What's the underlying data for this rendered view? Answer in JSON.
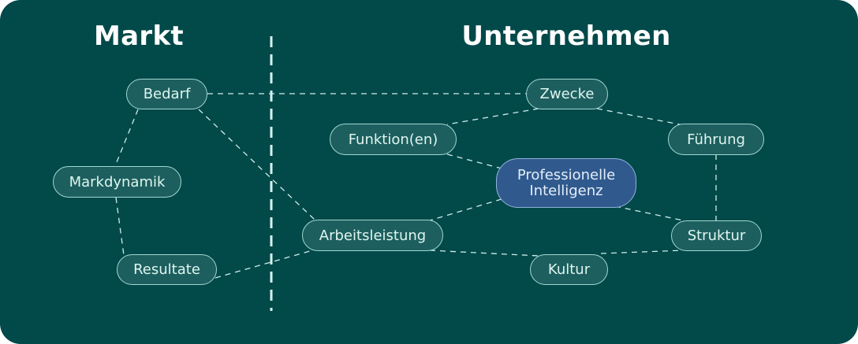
{
  "headings": {
    "left": "Markt",
    "right": "Unternehmen"
  },
  "nodes": {
    "bedarf": "Bedarf",
    "markdynamik": "Markdynamik",
    "resultate": "Resultate",
    "zwecke": "Zwecke",
    "funktionen": "Funktion(en)",
    "fuehrung": "Führung",
    "center": "Professionelle Intelligenz",
    "arbeitsleistung": "Arbeitsleistung",
    "struktur": "Struktur",
    "kultur": "Kultur"
  },
  "edges": [
    [
      "Bedarf",
      "Zwecke"
    ],
    [
      "Bedarf",
      "Markdynamik"
    ],
    [
      "Bedarf",
      "Arbeitsleistung"
    ],
    [
      "Markdynamik",
      "Resultate"
    ],
    [
      "Resultate",
      "Arbeitsleistung"
    ],
    [
      "Zwecke",
      "Funktion(en)"
    ],
    [
      "Zwecke",
      "Führung"
    ],
    [
      "Funktion(en)",
      "Professionelle Intelligenz"
    ],
    [
      "Führung",
      "Struktur"
    ],
    [
      "Professionelle Intelligenz",
      "Arbeitsleistung"
    ],
    [
      "Professionelle Intelligenz",
      "Struktur"
    ],
    [
      "Arbeitsleistung",
      "Kultur"
    ],
    [
      "Kultur",
      "Struktur"
    ]
  ],
  "colors": {
    "background": "#02494a",
    "node_fill": "#1d5f5f",
    "node_border": "#9fd8d0",
    "center_fill": "#305a8e",
    "divider": "#d8f2ee"
  }
}
